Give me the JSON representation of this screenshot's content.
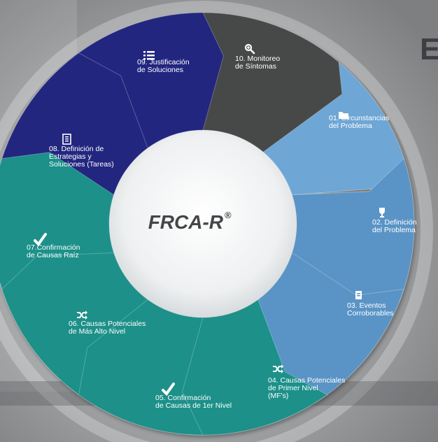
{
  "diagram": {
    "center": {
      "title": "FRCA-R",
      "mark": "®"
    },
    "corner_letter": "E",
    "colors": {
      "light_blue": "#6ea6d5",
      "mid_blue": "#5a94c6",
      "teal": "#1a9089",
      "dark_navy": "#23287f",
      "dark_grey": "#474849"
    },
    "segments": [
      {
        "id": "01",
        "icon": "folder-icon",
        "lines": [
          "01. Circunstancias",
          "del Problema"
        ]
      },
      {
        "id": "02",
        "icon": "trophy-icon",
        "lines": [
          "02. Definición",
          "del Problema"
        ]
      },
      {
        "id": "03",
        "icon": "document-icon",
        "lines": [
          "03. Eventos",
          "Corroborables"
        ]
      },
      {
        "id": "04",
        "icon": "shuffle-icon",
        "lines": [
          "04. Causas Potenciales",
          "de Primer Nivel",
          "(MF's)"
        ]
      },
      {
        "id": "05",
        "icon": "check-icon",
        "lines": [
          "05. Confirmación",
          "de Causas de 1er Nivel"
        ]
      },
      {
        "id": "06",
        "icon": "shuffle-icon",
        "lines": [
          "06. Causas Potenciales",
          "de Más Alto Nivel"
        ]
      },
      {
        "id": "07",
        "icon": "check-icon",
        "lines": [
          "07.Confirmación",
          "de Causas Raíz"
        ]
      },
      {
        "id": "08",
        "icon": "list-doc-icon",
        "lines": [
          "08. Definición de",
          "Estrategias y",
          "Soluciones (Tareas)"
        ]
      },
      {
        "id": "09",
        "icon": "list-icon",
        "lines": [
          "09. Justificación",
          "de Soluciones"
        ]
      },
      {
        "id": "10",
        "icon": "magnifier-icon",
        "lines": [
          "10. Monitoreo",
          "de Síntomas"
        ]
      }
    ]
  }
}
